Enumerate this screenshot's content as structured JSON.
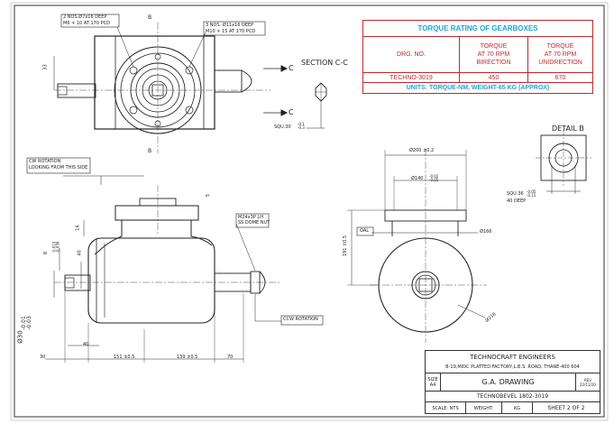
{
  "torque_table": {
    "title": "TORQUE RATING OF GEARBOXES",
    "headers": [
      "DRG. NO.",
      "TORQUE AT 70 RPM BIRECTION",
      "TORQUE AT 70 RPM UNIDRECTION"
    ],
    "header_lines": {
      "drg": "DRG. NO.",
      "bi": [
        "TORQUE",
        "AT 70 RPM",
        "BIRECTION"
      ],
      "uni": [
        "TORQUE",
        "AT 70 RPM",
        "UNIDRECTION"
      ]
    },
    "row": {
      "drg_no": "TECHNO-3019",
      "bi": "450",
      "uni": "670"
    },
    "units": "UNITS: TORQUE-NM, WEIGHT-65 KG (APPROX)"
  },
  "notes": {
    "holes_top": [
      "2 NOS.Ø7x16 DEEP",
      "M6 ∓ 10 AT 170 PCD"
    ],
    "holes_right": [
      "3 NOS. Ø11x16 DEEP",
      "M10 ∓ 15 AT 170 PCD"
    ],
    "section": "SECTION C-C",
    "square": "SQU.30",
    "square_tol": [
      "-0.1",
      "-0.3"
    ],
    "detail": "DETAIL B",
    "detail_square": "SQU.36",
    "detail_square_tol": [
      "-0.05",
      "-0.15"
    ],
    "detail_deep": "40 DEEP",
    "cw_rotation": [
      "CW ROTATION",
      "LOOKING FROM THIS SIDE"
    ],
    "nut": [
      "M24x3P LH",
      "SS DOME NUT"
    ],
    "ccw_rotation": "CCW ROTATION",
    "oal": "OAL",
    "label_b": "B",
    "label_c": "C"
  },
  "dims": {
    "d200": "Ø200 ±0.2",
    "d140": "Ø140",
    "d140_tol": [
      "-0.02",
      "-0.05"
    ],
    "d166": "Ø166",
    "d216": "Ø216",
    "d16": "16",
    "d5": "5",
    "d191": "191 ±0.5",
    "d40": "40",
    "d151": "151 ±0.5",
    "d139": "139 ±0.5",
    "d70": "70",
    "d30": "30",
    "d40b": "40",
    "d30tol": "Ø30",
    "d30tol_vals": [
      "-0.01",
      "-0.03"
    ],
    "d33": "33",
    "d8": "8",
    "d8_tol": [
      "-0.015",
      "-0.036"
    ]
  },
  "title_block": {
    "company": "TECHNOCRAFT ENGINEERS",
    "address": "B-19,MIDC PLATTED FACTORY,L.B.S. ROAD, THANE-400 604",
    "size_label": "SIZE",
    "size": "A4",
    "drawing": "G.A. DRAWING",
    "rev_label": "REV",
    "rev": "22/11/20",
    "product": "TECHNOBEVEL 1802-3019",
    "scale": "SCALE: NTS",
    "weight": "WEIGHT:",
    "weight_unit": "KG",
    "sheet": "SHEET 2 OF 2"
  }
}
